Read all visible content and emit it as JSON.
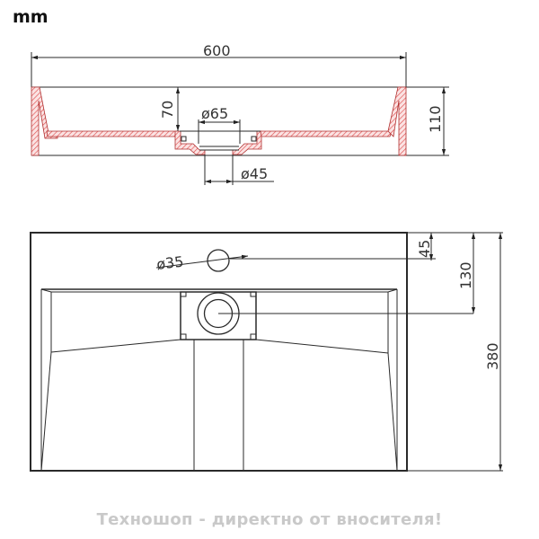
{
  "drawing": {
    "unit_label": "mm",
    "section_view": {
      "overall_width": "600",
      "overall_height": "110",
      "bowl_depth": "70",
      "drain_top_diameter": "ø65",
      "drain_bottom_diameter": "ø45"
    },
    "plan_view": {
      "tap_hole_diameter": "ø35",
      "tap_hole_offset": "45",
      "drain_offset": "130",
      "overall_depth": "380"
    },
    "colors": {
      "line": "#2a2a2a",
      "hatch": "#e05050",
      "hatch_fill": "#fbe3e3",
      "watermark": "#c9c9c9"
    }
  },
  "watermark": "Техношоп - директно от вносителя!"
}
